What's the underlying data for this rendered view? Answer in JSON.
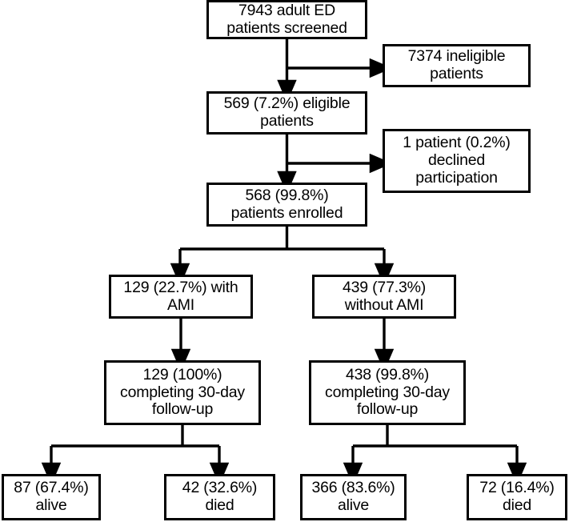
{
  "diagram": {
    "type": "flowchart",
    "title": "Patient enrollment and follow-up flow diagram",
    "style": {
      "box_border_color": "#000000",
      "box_fill_color": "#ffffff",
      "connector_color": "#000000",
      "text_color": "#000000",
      "background_color": "#ffffff"
    },
    "nodes": [
      {
        "id": "screened",
        "label": "7943 adult ED\npatients screened",
        "count": 7943,
        "descriptor": "adult ED patients screened"
      },
      {
        "id": "ineligible",
        "label": "7374 ineligible\npatients",
        "count": 7374,
        "descriptor": "ineligible patients"
      },
      {
        "id": "eligible",
        "label": "569 (7.2%) eligible\npatients",
        "count": 569,
        "percent": "7.2%",
        "descriptor": "eligible patients"
      },
      {
        "id": "declined",
        "label": "1 patient (0.2%)\ndeclined\nparticipation",
        "count": 1,
        "percent": "0.2%",
        "descriptor": "declined participation"
      },
      {
        "id": "enrolled",
        "label": "568 (99.8%)\npatients enrolled",
        "count": 568,
        "percent": "99.8%",
        "descriptor": "patients enrolled"
      },
      {
        "id": "with-ami",
        "label": "129 (22.7%) with\nAMI",
        "count": 129,
        "percent": "22.7%",
        "descriptor": "with AMI"
      },
      {
        "id": "without-ami",
        "label": "439 (77.3%)\nwithout AMI",
        "count": 439,
        "percent": "77.3%",
        "descriptor": "without AMI"
      },
      {
        "id": "ami-followup",
        "label": "129 (100%)\ncompleting 30-day\nfollow-up",
        "count": 129,
        "percent": "100%",
        "descriptor": "completing 30-day follow-up"
      },
      {
        "id": "noami-followup",
        "label": "438 (99.8%)\ncompleting 30-day\nfollow-up",
        "count": 438,
        "percent": "99.8%",
        "descriptor": "completing 30-day follow-up"
      },
      {
        "id": "ami-alive",
        "label": "87 (67.4%)\nalive",
        "count": 87,
        "percent": "67.4%",
        "descriptor": "alive"
      },
      {
        "id": "ami-died",
        "label": "42 (32.6%)\ndied",
        "count": 42,
        "percent": "32.6%",
        "descriptor": "died"
      },
      {
        "id": "noami-alive",
        "label": "366 (83.6%)\nalive",
        "count": 366,
        "percent": "83.6%",
        "descriptor": "alive"
      },
      {
        "id": "noami-died",
        "label": "72 (16.4%)\ndied",
        "count": 72,
        "percent": "16.4%",
        "descriptor": "died"
      }
    ],
    "edges": [
      {
        "from": "screened",
        "to": "ineligible",
        "kind": "branch-right"
      },
      {
        "from": "screened",
        "to": "eligible",
        "kind": "down"
      },
      {
        "from": "eligible",
        "to": "declined",
        "kind": "branch-right"
      },
      {
        "from": "eligible",
        "to": "enrolled",
        "kind": "down"
      },
      {
        "from": "enrolled",
        "to": "with-ami",
        "kind": "split-left"
      },
      {
        "from": "enrolled",
        "to": "without-ami",
        "kind": "split-right"
      },
      {
        "from": "with-ami",
        "to": "ami-followup",
        "kind": "down"
      },
      {
        "from": "without-ami",
        "to": "noami-followup",
        "kind": "down"
      },
      {
        "from": "ami-followup",
        "to": "ami-alive",
        "kind": "split-left"
      },
      {
        "from": "ami-followup",
        "to": "ami-died",
        "kind": "split-right"
      },
      {
        "from": "noami-followup",
        "to": "noami-alive",
        "kind": "split-left"
      },
      {
        "from": "noami-followup",
        "to": "noami-died",
        "kind": "split-right"
      }
    ]
  }
}
